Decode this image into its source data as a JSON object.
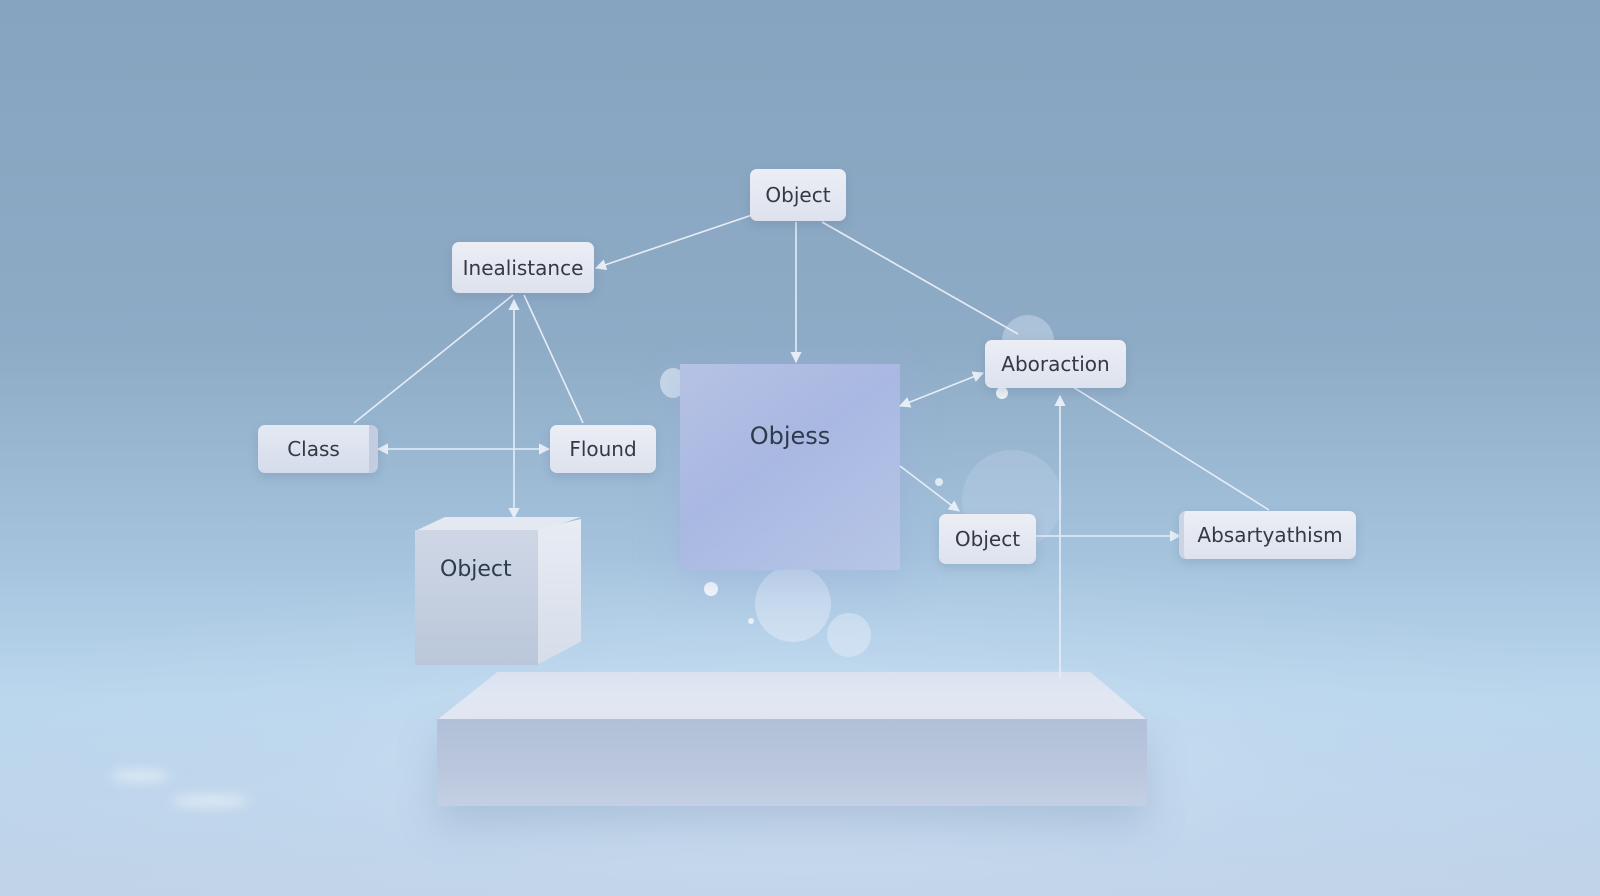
{
  "nodes": {
    "object_top": "Object",
    "inealistance": "Inealistance",
    "class": "Class",
    "flound": "Flound",
    "objess": "Objess",
    "aboraction": "Aboraction",
    "object_mid": "Object",
    "absartyathism": "Absartyathism",
    "object_cube": "Object"
  },
  "colors": {
    "background_top": "#86a3bf",
    "background_bottom": "#c1d3e8",
    "node_fill": "#e6e9f2",
    "glass_fill": "#aebbe3",
    "edge_color": "#e6edf6"
  },
  "edges": [
    {
      "from": "Object",
      "to": "Inealistance",
      "arrow": "end"
    },
    {
      "from": "Object",
      "to": "Objess",
      "arrow": "end"
    },
    {
      "from": "Object",
      "to": "Aboraction",
      "arrow": "none"
    },
    {
      "from": "Inealistance",
      "to": "Class",
      "arrow": "none"
    },
    {
      "from": "Inealistance",
      "to": "Flound",
      "arrow": "none"
    },
    {
      "from": "Inealistance",
      "to": "Object (cube)",
      "arrow": "both"
    },
    {
      "from": "Class",
      "to": "Flound",
      "arrow": "both"
    },
    {
      "from": "Objess",
      "to": "Aboraction",
      "arrow": "both"
    },
    {
      "from": "Objess",
      "to": "Object",
      "arrow": "end"
    },
    {
      "from": "Aboraction",
      "to": "Absartyathism",
      "arrow": "none"
    },
    {
      "from": "Object",
      "to": "Absartyathism",
      "arrow": "end"
    },
    {
      "from": "Platform",
      "to": "Aboraction",
      "arrow": "end"
    }
  ]
}
